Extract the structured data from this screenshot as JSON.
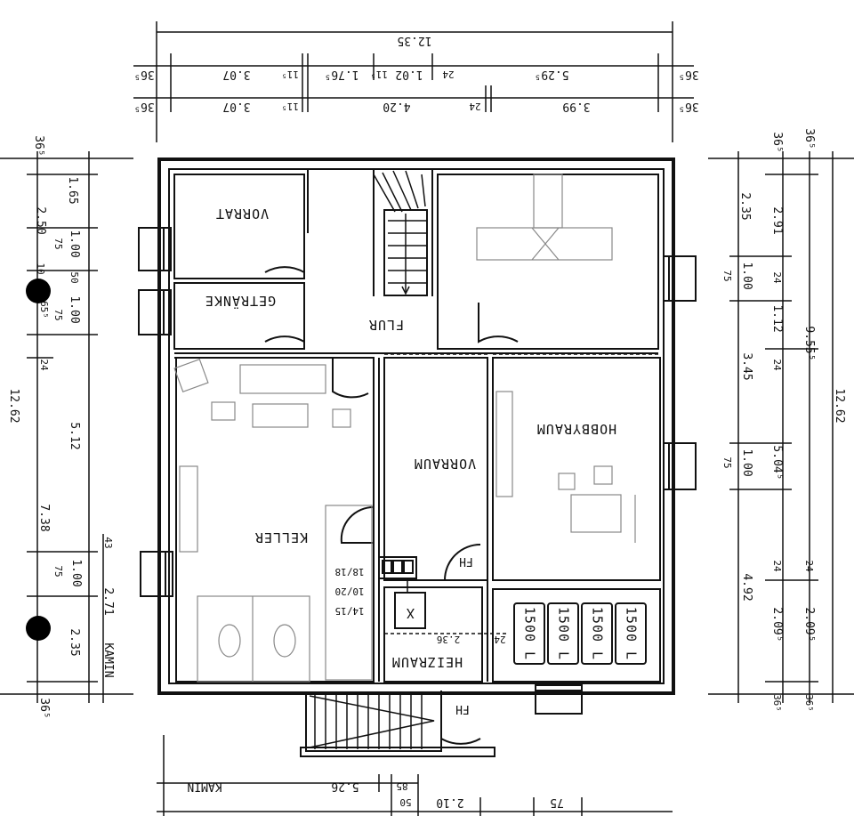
{
  "rooms": {
    "vorrat": "VORRAT",
    "getraenke": "GETRÄNKE",
    "flur": "FLUR",
    "keller": "KELLER",
    "vorraum": "VORRAUM",
    "hobbyraum": "HOBBYRAUM",
    "heizraum": "HEIZRAUM"
  },
  "tanks": [
    "1500 L",
    "1500 L",
    "1500 L",
    "1500 L"
  ],
  "misc": {
    "fh1": "FH",
    "fh2": "FH",
    "x": "X",
    "kamin_left": "KAMIN",
    "kamin_bottom": "KAMIN",
    "vent1": "18/18",
    "vent2": "10/20",
    "vent3": "14/15",
    "heiz_w": "2.36",
    "heiz_wall": "24"
  },
  "dims_top": {
    "total": "12.35",
    "row1": [
      "36⁵",
      "3.07",
      "11⁵",
      "1.76⁵",
      "11⁵",
      "1.02",
      "24",
      "5.29⁵",
      "36⁵"
    ],
    "row2": [
      "36⁵",
      "3.07",
      "11⁵",
      "4.20",
      "24",
      "3.99",
      "36⁵"
    ]
  },
  "dims_left": {
    "total": "12.62",
    "col1": [
      "36⁵",
      "2.50",
      "10",
      "65⁵",
      "24",
      "7.38",
      "36⁵"
    ],
    "col2": [
      "1.65",
      "75",
      "1.00",
      "50",
      "75",
      "1.00",
      "5.12",
      "43",
      "75",
      "1.00",
      "2.71",
      "2.35"
    ]
  },
  "dims_right": {
    "total": "12.62",
    "col1": [
      "2.35",
      "75",
      "1.00",
      "3.45",
      "75",
      "1.00",
      "4.92"
    ],
    "col2": [
      "36⁵",
      "2.91",
      "24",
      "1.12",
      "24",
      "5.04⁵",
      "24",
      "2.09⁵",
      "36⁵"
    ],
    "col3": [
      "36⁵",
      "9.55⁵",
      "24",
      "2.09⁵",
      "36⁵"
    ]
  },
  "dims_bottom": {
    "row1": [
      "5.26",
      "85"
    ],
    "row2": [
      "50",
      "2.10",
      "75"
    ]
  }
}
